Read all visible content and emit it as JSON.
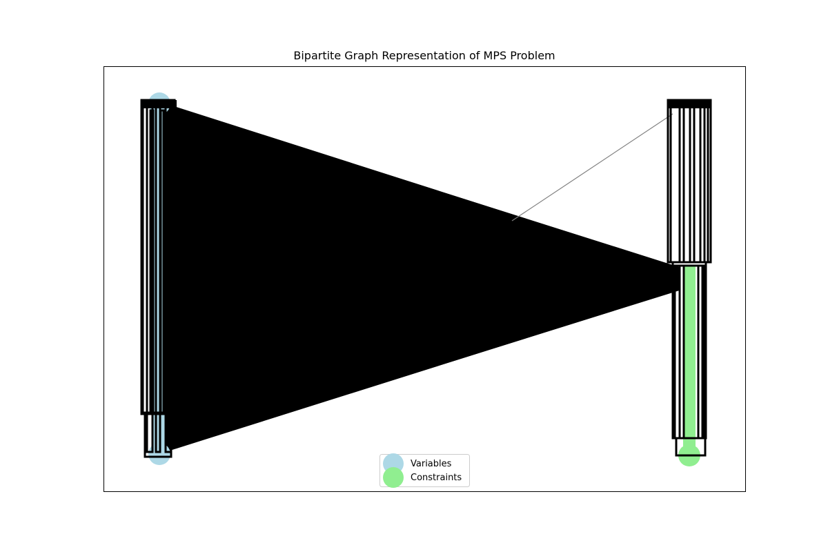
{
  "figure": {
    "title": "Bipartite Graph Representation of MPS Problem"
  },
  "legend": {
    "placement": "lower center",
    "entries": [
      {
        "label": "Variables",
        "color": "#add8e6"
      },
      {
        "label": "Constraints",
        "color": "#90ee90"
      }
    ]
  },
  "colors": {
    "variable_node": "#add8e6",
    "constraint_node": "#90ee90",
    "edge_dense": "#000000",
    "edge_sparse": "#808080",
    "label_text": "#000000"
  }
}
